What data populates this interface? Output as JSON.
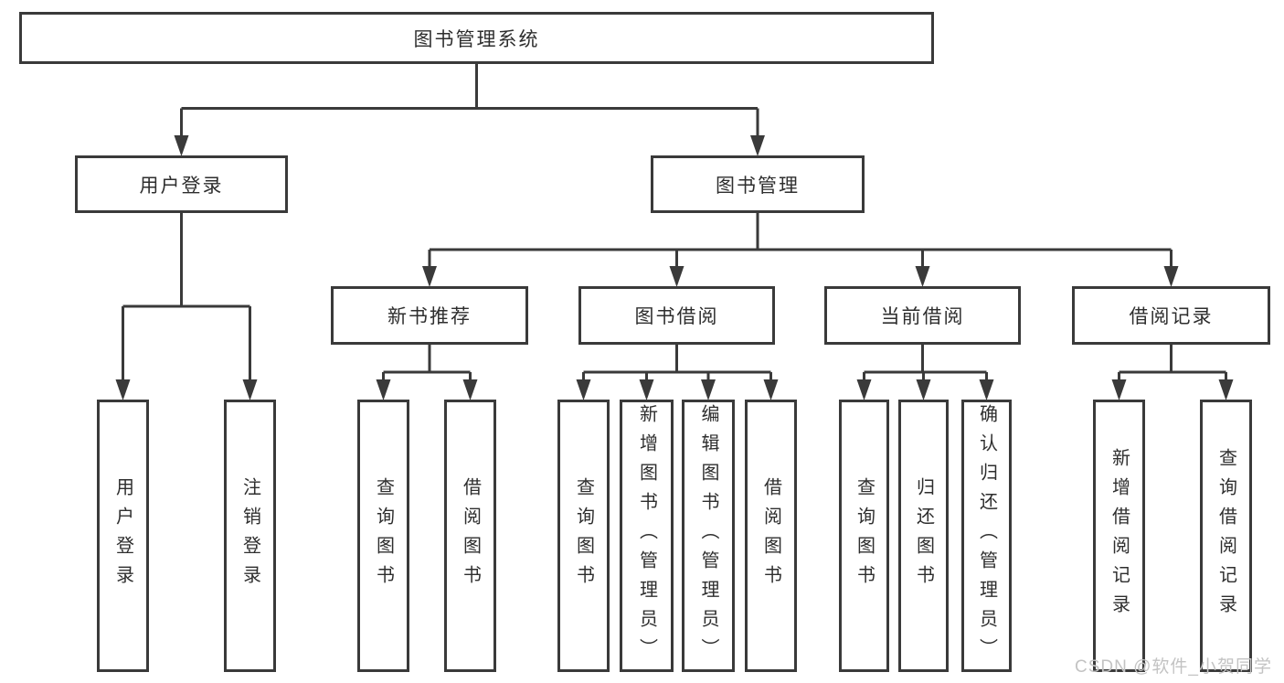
{
  "tree": {
    "label": "图书管理系统",
    "children": [
      {
        "label": "用户登录",
        "children": [
          {
            "label": "用户登录"
          },
          {
            "label": "注销登录"
          }
        ]
      },
      {
        "label": "图书管理",
        "children": [
          {
            "label": "新书推荐",
            "children": [
              {
                "label": "查询图书"
              },
              {
                "label": "借阅图书"
              }
            ]
          },
          {
            "label": "图书借阅",
            "children": [
              {
                "label": "查询图书"
              },
              {
                "label": "新增图书（管理员）"
              },
              {
                "label": "编辑图书（管理员）"
              },
              {
                "label": "借阅图书"
              }
            ]
          },
          {
            "label": "当前借阅",
            "children": [
              {
                "label": "查询图书"
              },
              {
                "label": "归还图书"
              },
              {
                "label": "确认归还（管理员）"
              }
            ]
          },
          {
            "label": "借阅记录",
            "children": [
              {
                "label": "新增借阅记录"
              },
              {
                "label": "查询借阅记录"
              }
            ]
          }
        ]
      }
    ]
  },
  "watermark": {
    "text": "CSDN @软件_小贺同学"
  },
  "colors": {
    "line": "#3a3a3a",
    "text": "#2e2e2e",
    "background": "#ffffff",
    "watermark": "#c3c3c3"
  }
}
